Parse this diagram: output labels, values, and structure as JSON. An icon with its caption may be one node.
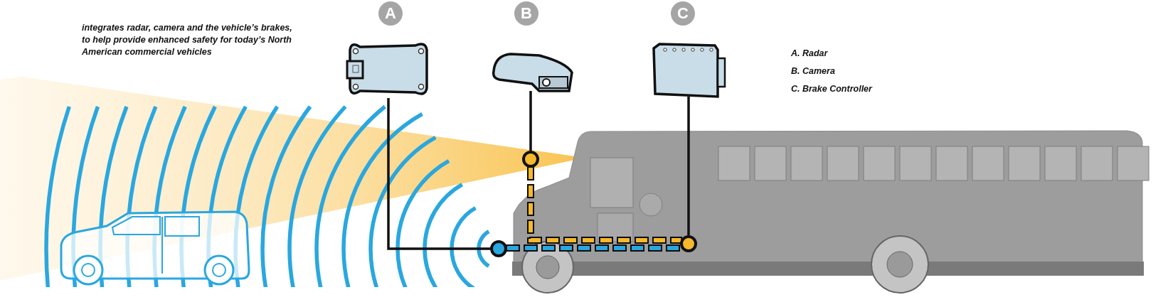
{
  "diagram": {
    "nodes": [
      {
        "text": [
          "A"
        ]
      },
      {
        "text": [
          "B"
        ]
      },
      {
        "text": [
          "C"
        ]
      },
      {
        "text": [],
        "shape": "picture"
      },
      {
        "text": [],
        "shape": "picture"
      },
      {
        "text": [],
        "shape": "picture"
      },
      {
        "text": [],
        "shape": "circle"
      },
      {
        "text": [],
        "shape": "circle"
      },
      {
        "text": [],
        "shape": "circle"
      }
    ],
    "edges": [
      {
        "from": 3,
        "to": 7,
        "arrow": "none"
      },
      {
        "from": 4,
        "to": 6,
        "arrow": "none"
      },
      {
        "from": 5,
        "to": 8,
        "arrow": "none"
      },
      {
        "from": 6,
        "to": 8,
        "arrow": "none",
        "style": "dashed",
        "color": "#f5b82e"
      },
      {
        "from": 7,
        "to": 8,
        "arrow": "none",
        "style": "dashed",
        "color": "#2aa7df"
      }
    ],
    "labels": [
      "integrates radar, camera and the vehicle’s brakes, to help provide enhanced safety for today’s North American commercial vehicles",
      "A. Radar",
      "B. Camera",
      "C. Brake Controller"
    ]
  }
}
